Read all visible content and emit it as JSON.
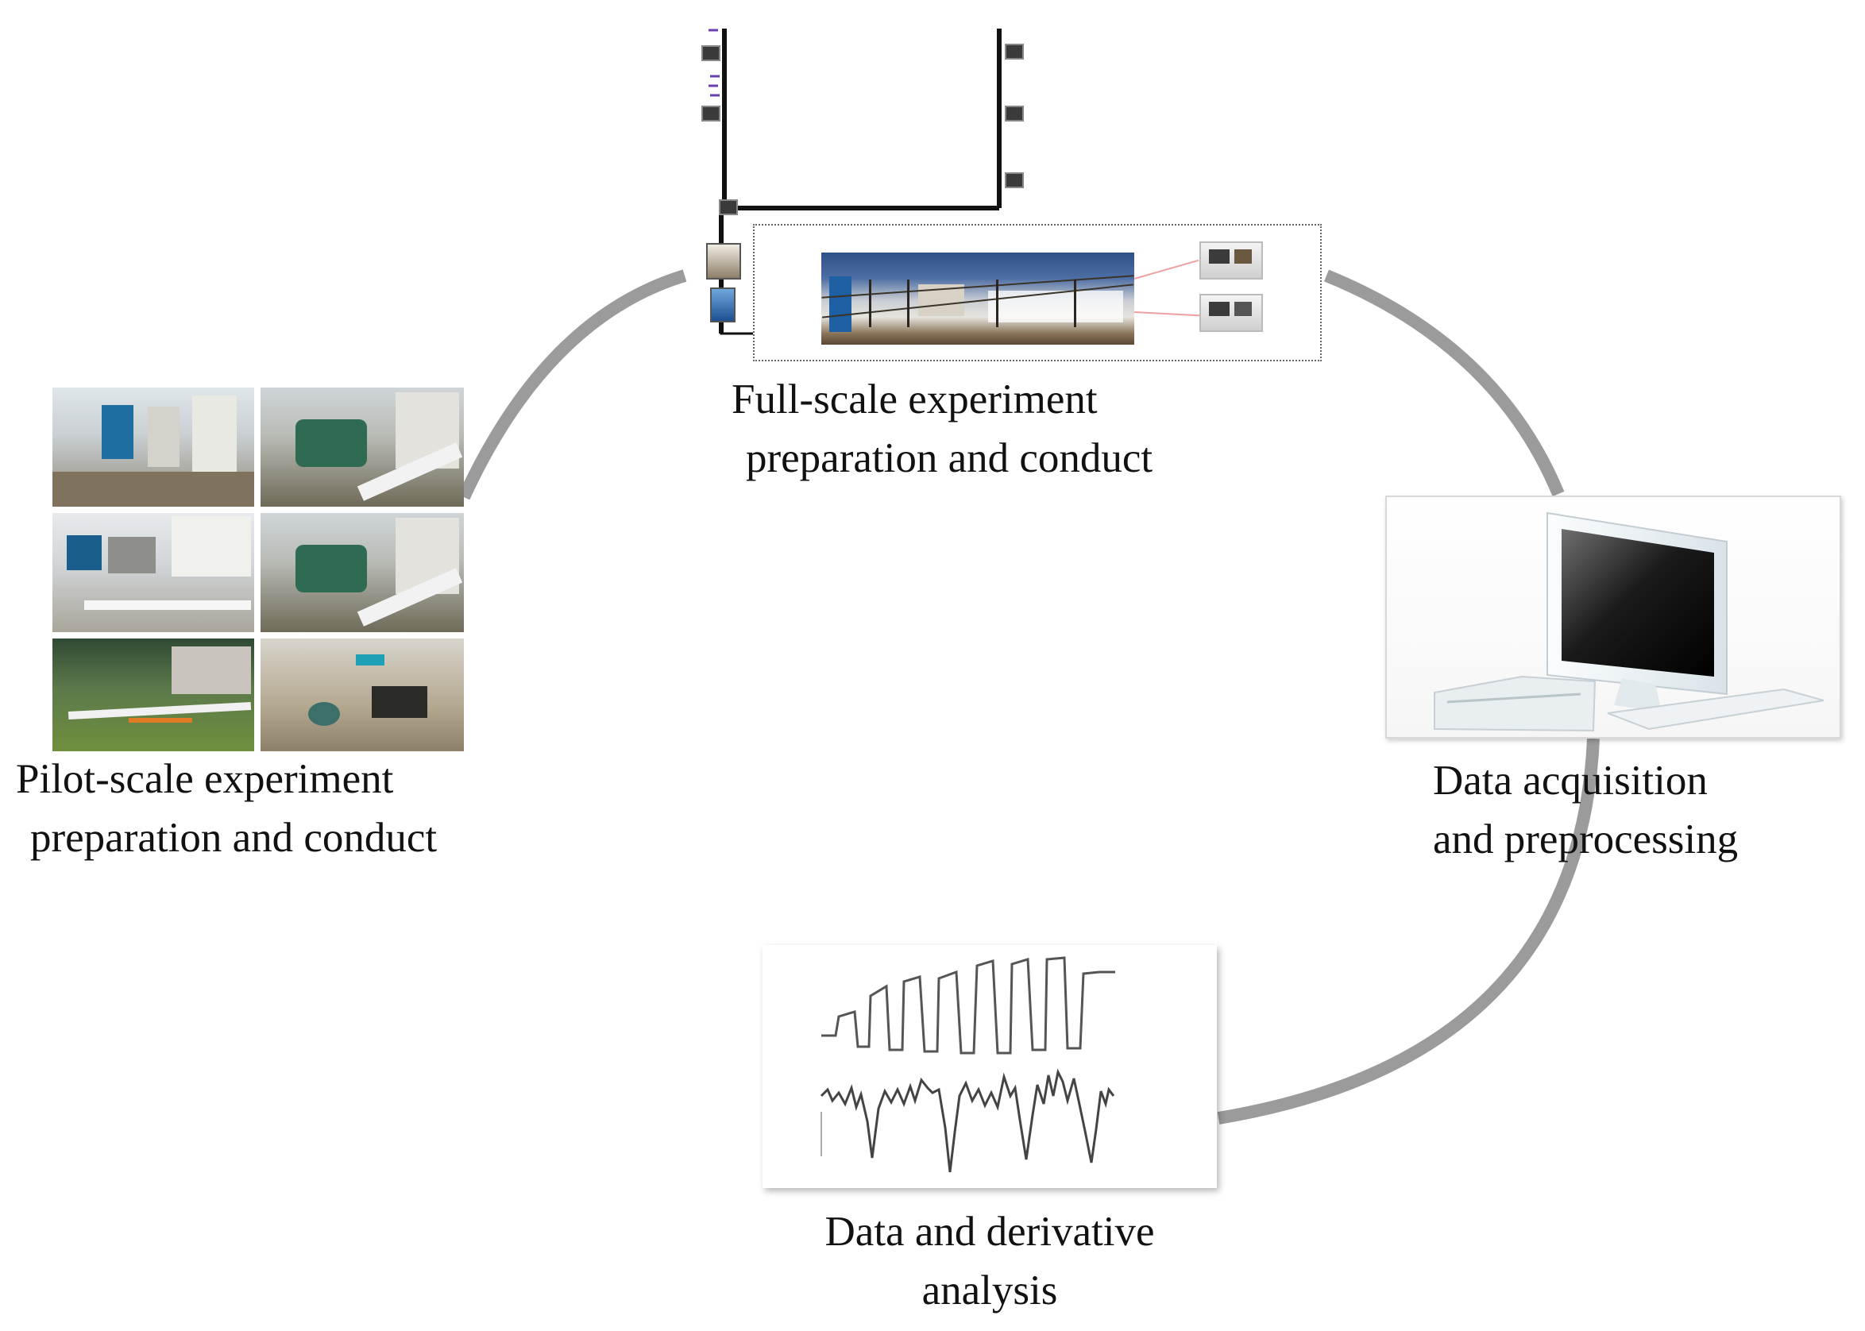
{
  "captions": {
    "full_scale": [
      "Full-scale experiment",
      "preparation and conduct"
    ],
    "pilot_scale": [
      "Pilot-scale experiment",
      "preparation and conduct"
    ],
    "data_acquisition": [
      "Data acquisition",
      "and preprocessing"
    ],
    "data_analysis": [
      "Data and derivative",
      "analysis"
    ]
  },
  "colors": {
    "cycle_ring": "#9b9b9b",
    "pipe": "#111111",
    "caption_text": "#111111",
    "monitor_frame": "#eef3f5"
  },
  "icons": {
    "full_scale": "full-scale-setup-illustration",
    "pilot_scale": "pilot-photo-grid",
    "data_acquisition": "desktop-computer-illustration",
    "data_analysis": "signal-trace-chart"
  }
}
